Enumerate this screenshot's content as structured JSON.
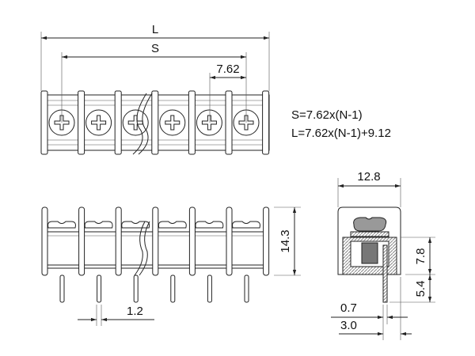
{
  "dimensions": {
    "overall_length": "L",
    "pitch_span": "S",
    "pitch": "7.62",
    "height": "14.3",
    "pin_width": "1.2",
    "depth": "12.8",
    "body_height": "7.8",
    "pin_length": "5.4",
    "pin_thickness": "0.7",
    "pin_offset": "3.0"
  },
  "formulas": {
    "s": "S=7.62x(N-1)",
    "l": "L=7.62x(N-1)+9.12"
  },
  "positions_shown": 6,
  "colors": {
    "line": "#222222",
    "hatch": "#888888"
  }
}
